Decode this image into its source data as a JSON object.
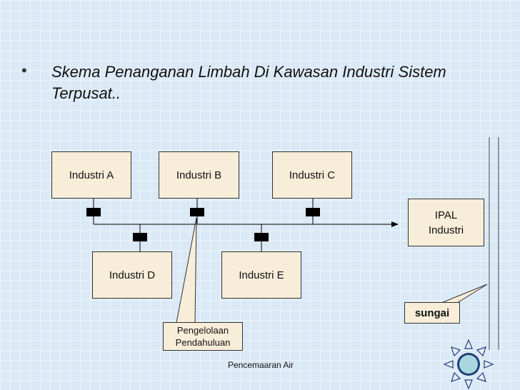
{
  "bullet": {
    "symbol": "•",
    "text": "Skema Penanganan Limbah Di Kawasan Industri Sistem Terpusat.."
  },
  "boxes": {
    "industri_a": "Industri A",
    "industri_b": "Industri B",
    "industri_c": "Industri C",
    "industri_d": "Industri D",
    "industri_e": "Industri E",
    "ipal_line1": "IPAL",
    "ipal_line2": "Industri"
  },
  "callouts": {
    "sungai": "sungai",
    "pengelolaan_line1": "Pengelolaan",
    "pengelolaan_line2": "Pendahuluan"
  },
  "footer": "Pencemaaran Air",
  "colors": {
    "box_fill": "#f7edd9",
    "background": "#dbe9f6",
    "connector": "#000000",
    "sun": "#1f3f7a",
    "sun_center": "#a9d6e0"
  }
}
